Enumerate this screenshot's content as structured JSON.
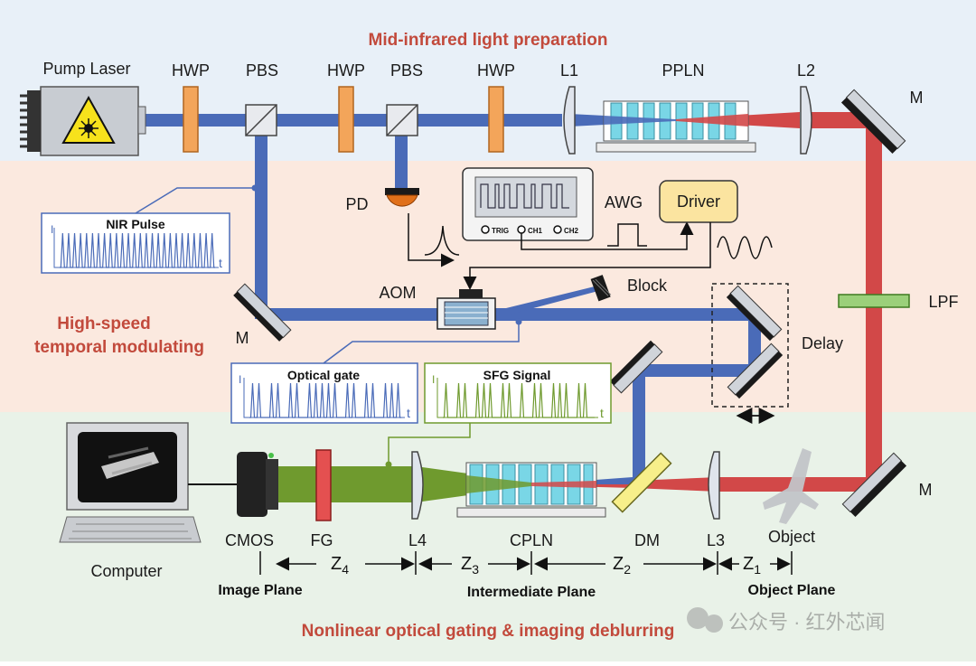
{
  "sections": {
    "top": "Mid-infrared light preparation",
    "middle_line1": "High-speed",
    "middle_line2": "temporal modulating",
    "bottom": "Nonlinear optical gating & imaging deblurring"
  },
  "components": {
    "pump_laser": "Pump Laser",
    "hwp1": "HWP",
    "pbs1": "PBS",
    "hwp2": "HWP",
    "pbs2": "PBS",
    "hwp3": "HWP",
    "l1": "L1",
    "ppln": "PPLN",
    "l2": "L2",
    "m_top": "M",
    "pd": "PD",
    "awg": "AWG",
    "driver": "Driver",
    "trig": "TRIG",
    "ch1": "CH1",
    "ch2": "CH2",
    "aom": "AOM",
    "block": "Block",
    "m_mid": "M",
    "lpf": "LPF",
    "delay": "Delay",
    "computer": "Computer",
    "cmos": "CMOS",
    "fg": "FG",
    "l4": "L4",
    "cpln": "CPLN",
    "dm": "DM",
    "l3": "L3",
    "object": "Object",
    "m_bottom": "M"
  },
  "insets": {
    "nir_pulse": {
      "title": "NIR Pulse",
      "y_axis": "I",
      "x_axis": "t"
    },
    "optical_gate": {
      "title": "Optical gate",
      "y_axis": "I",
      "x_axis": "t"
    },
    "sfg_signal": {
      "title": "SFG Signal",
      "y_axis": "I",
      "x_axis": "t"
    }
  },
  "distances": {
    "z4": "Z",
    "z4_sub": "4",
    "z3": "Z",
    "z3_sub": "3",
    "z2": "Z",
    "z2_sub": "2",
    "z1": "Z",
    "z1_sub": "1"
  },
  "planes": {
    "image": "Image Plane",
    "intermediate": "Intermediate Plane",
    "object": "Object Plane"
  },
  "watermark": "公众号 · 红外芯闻",
  "colors": {
    "blue_beam": "#4a6bb8",
    "red_beam": "#d24848",
    "green_beam": "#6f9a2e",
    "top_bg": "#e8f0f8",
    "mid_bg": "#fbe9df",
    "bottom_bg": "#e9f2e8"
  }
}
